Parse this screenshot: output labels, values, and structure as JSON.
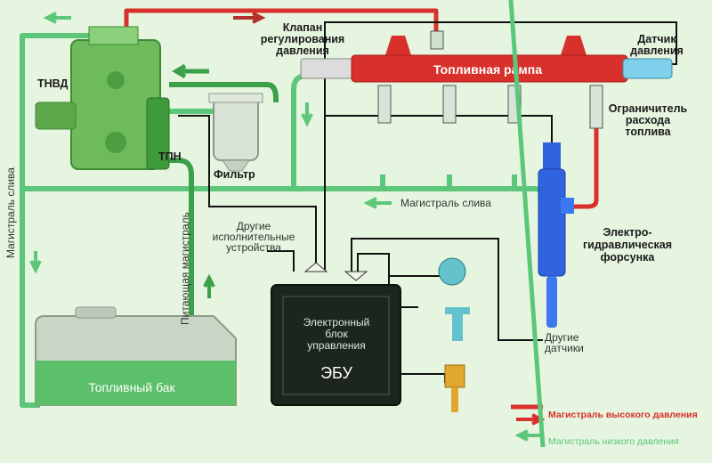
{
  "labels": {
    "hp_pump": "ТНВД",
    "lp_pump": "ТПН",
    "filter": "Фильтр",
    "pressure_valve": [
      "Клапан",
      "регулирования",
      "давления"
    ],
    "fuel_rail": "Топливная рампа",
    "pressure_sensor": [
      "Датчик",
      "давления"
    ],
    "flow_limiter": [
      "Ограничитель",
      "расхода",
      "топлива"
    ],
    "return_line_left": "Магистраль слива",
    "return_line_mid": "Магистраль слива",
    "supply_line": "Питающая магистраль",
    "other_actuators": [
      "Другие",
      "исполнительные",
      "устройства"
    ],
    "ecu_text": [
      "Электронный",
      "блок",
      "управления"
    ],
    "ecu_short": "ЭБУ",
    "fuel_tank": "Топливный бак",
    "injector": [
      "Электро-",
      "гидравлическая",
      "форсунка"
    ],
    "other_sensors": [
      "Другие",
      "датчики"
    ]
  },
  "legend": {
    "high_pressure": "Магистраль высокого давления",
    "low_pressure": "Магистраль низкого давления"
  },
  "colors": {
    "high_pressure": "#d8302a",
    "low_pressure": "#5cc77a",
    "ecu": "#1c261c",
    "injector": "#2f63e0",
    "background": "#e6f5df"
  }
}
